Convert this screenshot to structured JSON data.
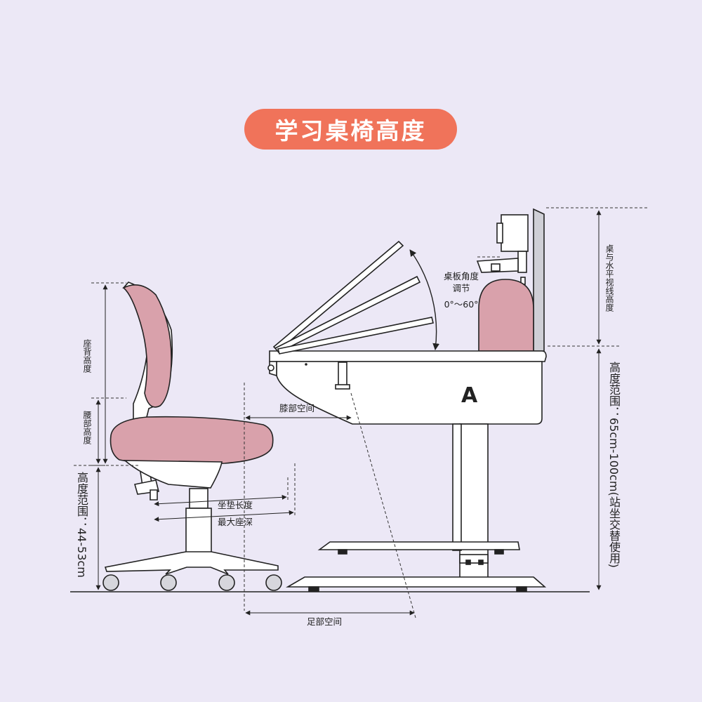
{
  "title": "学习桌椅高度",
  "labels": {
    "knee_space": "膝部空间",
    "foot_space": "足部空间",
    "cushion_length": "坐垫长度",
    "max_seat_depth": "最大座深",
    "backrest_height": "座背高度",
    "lumbar_height": "腰部高度",
    "chair_height_range": "高度范围：44-53cm",
    "desk_height_range": "高度范围：65cm-100cm(站坐交替使用)",
    "desk_eye_line_height": "桌与水平视线高度",
    "board_angle_title": "桌板角度",
    "board_angle_sub": "调节",
    "board_angle_range": "0°～60°",
    "logo": "A"
  },
  "colors": {
    "background": "#ece8f6",
    "accent": "#f0735a",
    "cushion": "#d9a1ab",
    "line": "#222222"
  }
}
